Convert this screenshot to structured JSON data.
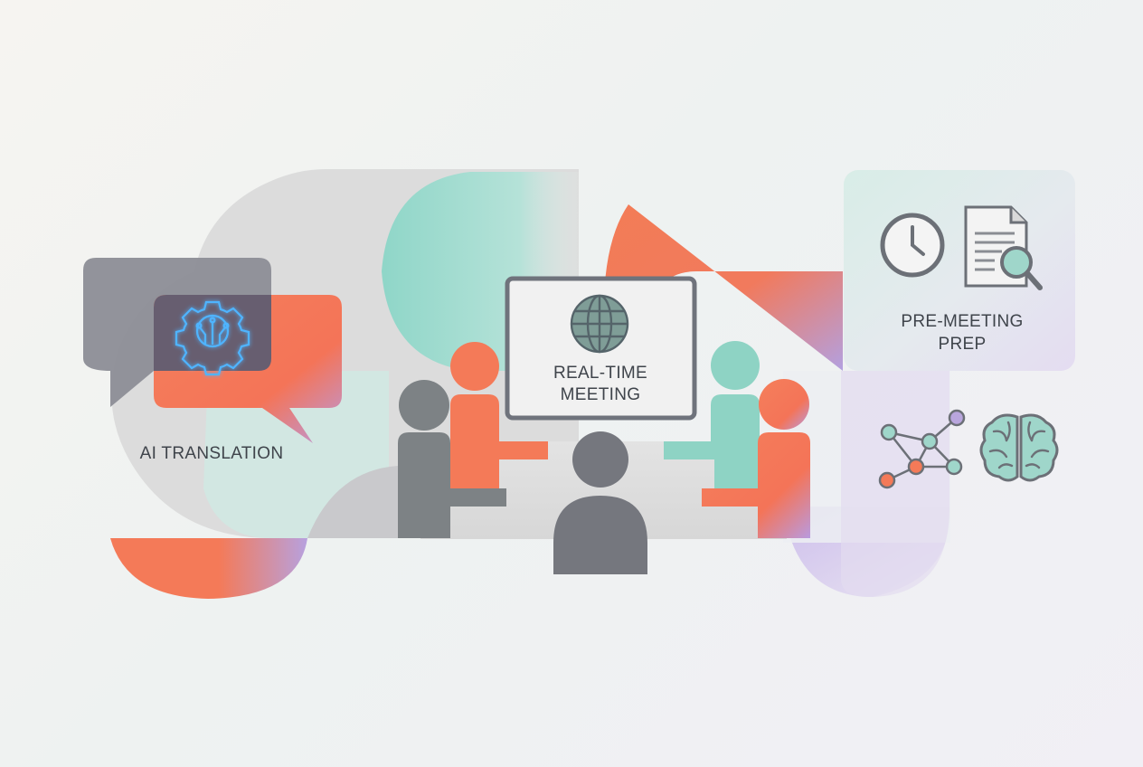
{
  "sections": {
    "translation": {
      "label": "AI TRANSLATION"
    },
    "meeting": {
      "line1": "REAL-TIME",
      "line2": "MEETING"
    },
    "prep": {
      "line1": "PRE-MEETING",
      "line2": "PREP"
    }
  },
  "icons": [
    "gear-circuit-icon",
    "globe-icon",
    "clock-icon",
    "document-search-icon",
    "network-graph-icon",
    "brain-icon"
  ],
  "colors": {
    "coral": "#f47a58",
    "teal": "#8ed3c4",
    "gray": "#7a7d86",
    "lavender": "#b9a6dd",
    "glow": "#4fb4ff"
  }
}
